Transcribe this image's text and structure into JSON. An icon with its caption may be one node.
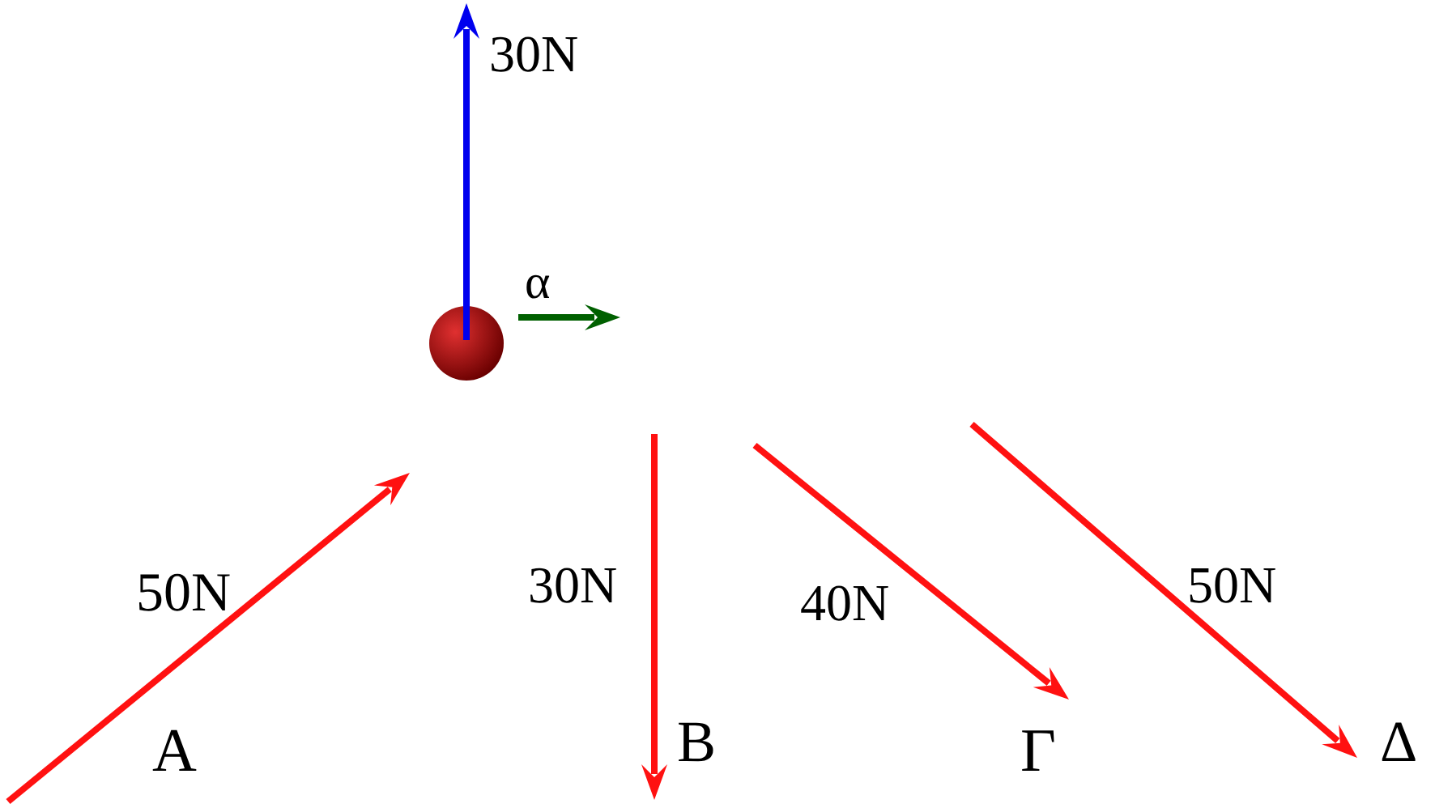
{
  "diagram": {
    "labels": [
      "30N",
      "α",
      "50N",
      "A",
      "30N",
      "B",
      "40N",
      "Γ",
      "50N",
      "Δ"
    ]
  }
}
